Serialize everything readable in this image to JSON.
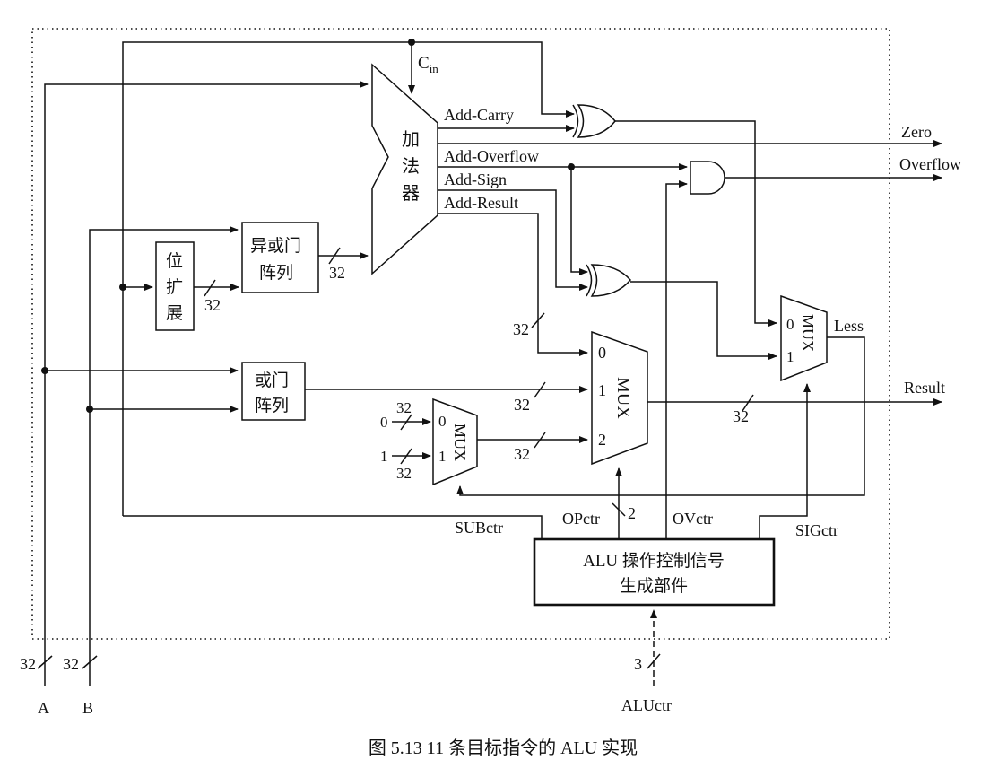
{
  "diagram": {
    "caption": "图 5.13   11 条目标指令的 ALU 实现",
    "components": {
      "adder": {
        "label_lines": [
          "加",
          "法",
          "器"
        ],
        "carry_in": "C",
        "carry_in_sub": "in"
      },
      "xor_array": {
        "label_lines": [
          "异或门",
          "阵列"
        ]
      },
      "bit_extend": {
        "label_lines": [
          "位",
          "扩",
          "展"
        ]
      },
      "or_array": {
        "label_lines": [
          "或门",
          "阵列"
        ]
      },
      "mux_main": {
        "label": "MUX",
        "inputs": [
          "0",
          "1",
          "2"
        ]
      },
      "mux_small": {
        "label": "MUX",
        "inputs": [
          "0",
          "1"
        ]
      },
      "mux_less": {
        "label": "MUX",
        "inputs": [
          "0",
          "1"
        ]
      },
      "control_unit": {
        "label_lines": [
          "ALU 操作控制信号",
          "生成部件"
        ]
      }
    },
    "signals": {
      "add_carry": "Add-Carry",
      "add_overflow": "Add-Overflow",
      "add_sign": "Add-Sign",
      "add_result": "Add-Result",
      "zero": "Zero",
      "overflow": "Overflow",
      "less": "Less",
      "result": "Result",
      "subctr": "SUBctr",
      "opctr": "OPctr",
      "ovctr": "OVctr",
      "sigctr": "SIGctr",
      "aluctr": "ALUctr",
      "input_a": "A",
      "input_b": "B"
    },
    "bus_widths": {
      "a": "32",
      "b": "32",
      "xor_out": "32",
      "ext_out": "32",
      "add_result": "32",
      "or_out": "32",
      "small_mux_out": "32",
      "main_mux_out": "32",
      "const0": "32",
      "const1": "32",
      "opctr": "2",
      "aluctr": "3"
    },
    "constants": {
      "zero": "0",
      "one": "1"
    }
  }
}
